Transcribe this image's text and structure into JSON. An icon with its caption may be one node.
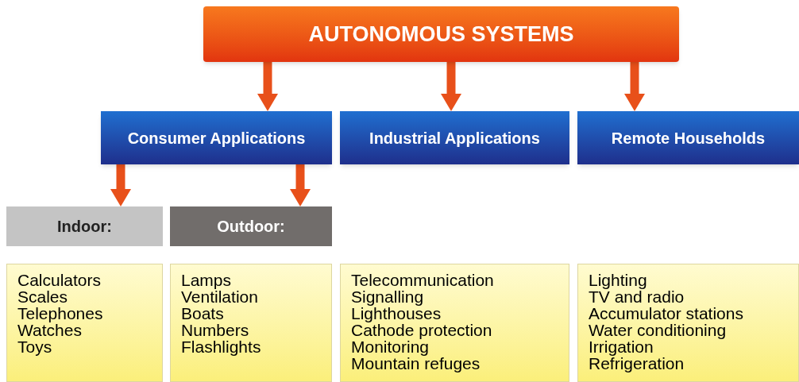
{
  "diagram": {
    "nodes": [
      {
        "text": [
          "AUTONOMOUS SYSTEMS"
        ]
      },
      {
        "text": [
          "Consumer Applications"
        ]
      },
      {
        "text": [
          "Industrial Applications"
        ]
      },
      {
        "text": [
          "Remote Households"
        ]
      },
      {
        "text": [
          "Indoor:"
        ]
      },
      {
        "text": [
          "Outdoor:"
        ]
      },
      {
        "text": [
          "Calculators",
          "Scales",
          "Telephones",
          "Watches",
          "Toys"
        ]
      },
      {
        "text": [
          "Lamps",
          "Ventilation",
          "Boats",
          "Numbers",
          "Flashlights"
        ]
      },
      {
        "text": [
          "Telecommunication",
          "Signalling",
          "Lighthouses",
          "Cathode protection",
          "Monitoring",
          "Mountain refuges"
        ]
      },
      {
        "text": [
          "Lighting",
          "TV and radio",
          "Accumulator stations",
          "Water conditioning",
          "Irrigation",
          "Refrigeration"
        ]
      }
    ],
    "edges": [
      {
        "from": 0,
        "to": 1,
        "arrow": "to"
      },
      {
        "from": 0,
        "to": 2,
        "arrow": "to"
      },
      {
        "from": 0,
        "to": 3,
        "arrow": "to"
      },
      {
        "from": 1,
        "to": 4,
        "arrow": "to"
      },
      {
        "from": 1,
        "to": 5,
        "arrow": "to"
      }
    ]
  }
}
